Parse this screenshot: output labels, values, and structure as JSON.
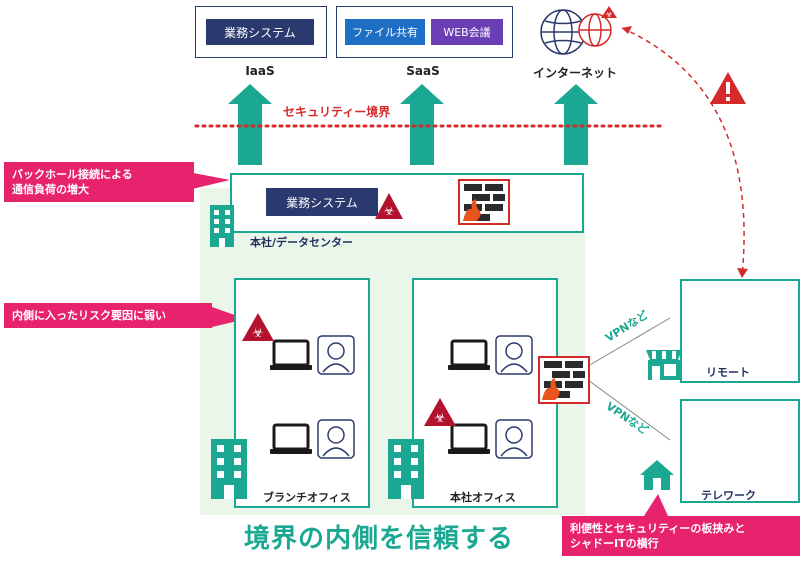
{
  "top": {
    "iaas_box": "業務システム",
    "iaas_label": "IaaS",
    "saas_box1": "ファイル共有",
    "saas_box2": "WEB会議",
    "saas_label": "SaaS",
    "internet_label": "インターネット"
  },
  "boundary_label": "セキュリティー境界",
  "hq": {
    "system_box": "業務システム",
    "label": "本社/データセンター"
  },
  "callouts": {
    "backhaul": "バックホール接続による\n通信負荷の増大",
    "inner_risk": "内側に入ったリスク要因に弱い",
    "convenience": "利便性とセキュリティーの板挟みと\nシャドーITの横行"
  },
  "offices": {
    "branch_label": "ブランチオフィス",
    "hq_office_label": "本社オフィス"
  },
  "remote": {
    "vpn_upper": "VPNなど",
    "vpn_lower": "VPNなど",
    "remote_label": "リモート",
    "telework_label": "テレワーク"
  },
  "main_title": "境界の内側を信頼する",
  "colors": {
    "teal": "#1aa892",
    "navy": "#2b3a6e",
    "pink": "#e8236e",
    "red": "#d42a2a",
    "zone": "#eaf6ea"
  }
}
